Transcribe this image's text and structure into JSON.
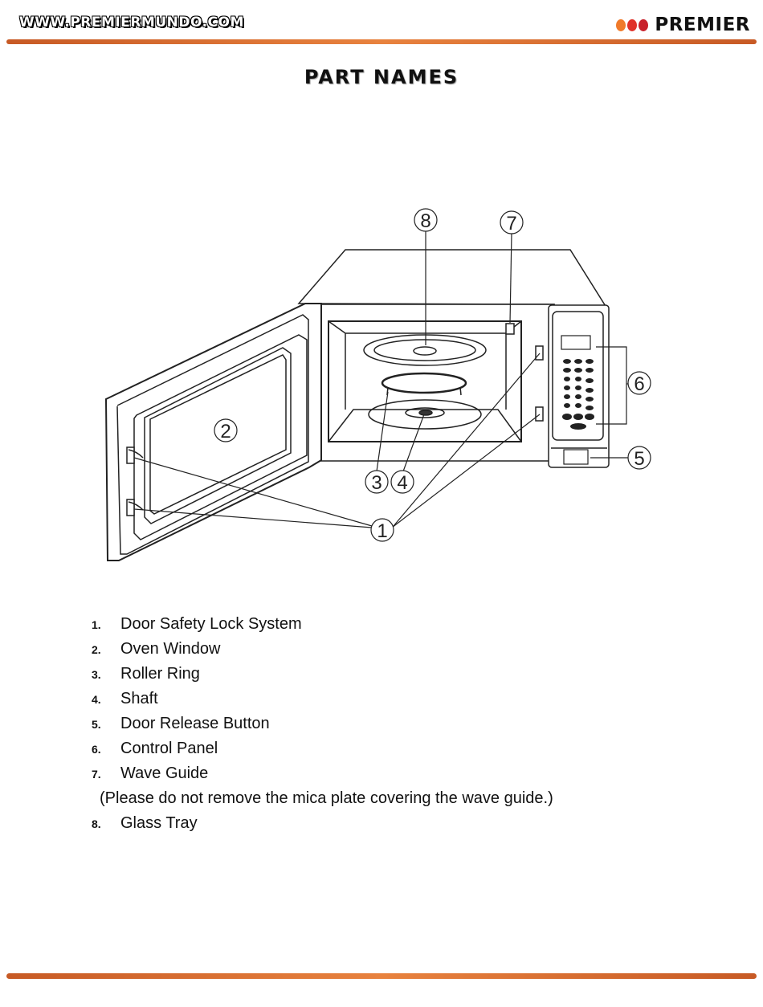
{
  "header": {
    "url": "WWW.PREMIERMUNDO.COM",
    "brand": "PREMIER",
    "brand_dot_colors": [
      "#f07a2a",
      "#e0322a",
      "#c8202a"
    ],
    "rule_color": "#e07a35"
  },
  "title": "PART NAMES",
  "diagram": {
    "callouts": [
      "1",
      "2",
      "3",
      "4",
      "5",
      "6",
      "7",
      "8"
    ]
  },
  "parts": [
    {
      "num": "1.",
      "name": "Door Safety Lock System"
    },
    {
      "num": "2.",
      "name": "Oven Window"
    },
    {
      "num": "3.",
      "name": "Roller Ring"
    },
    {
      "num": "4.",
      "name": "Shaft"
    },
    {
      "num": "5.",
      "name": "Door Release Button"
    },
    {
      "num": "6.",
      "name": "Control Panel"
    },
    {
      "num": "7.",
      "name": "Wave Guide"
    }
  ],
  "wave_guide_note": "(Please do not remove the mica plate covering the wave guide.)",
  "last_part": {
    "num": "8.",
    "name": "Glass Tray"
  }
}
